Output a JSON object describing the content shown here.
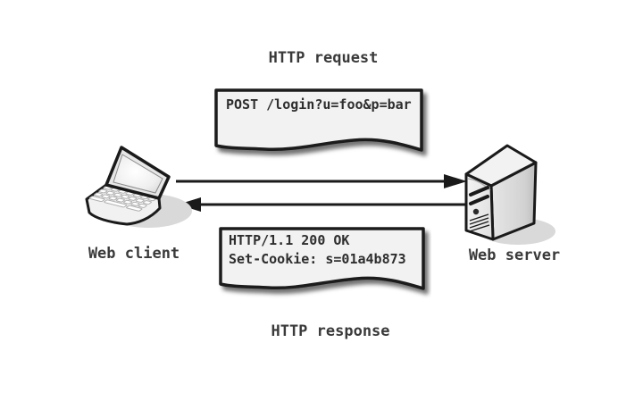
{
  "diagram": {
    "request_label": "HTTP request",
    "response_label": "HTTP response",
    "client_label": "Web client",
    "server_label": "Web server",
    "request_note": {
      "line1": "POST /login?u=foo&p=bar"
    },
    "response_note": {
      "line1": "HTTP/1.1 200 OK",
      "line2": "Set-Cookie: s=01a4b873"
    },
    "icons": {
      "client": "laptop-icon",
      "server": "server-tower-icon",
      "request": "arrow-right-icon",
      "response": "arrow-left-icon"
    },
    "colors": {
      "background": "#ffffff",
      "outline": "#1a1a1a",
      "note_fill": "#f2f2f2",
      "note_text": "#2e2e2e",
      "label_text": "#3a3a3a",
      "device_shadow": "#d9d9d9"
    }
  }
}
